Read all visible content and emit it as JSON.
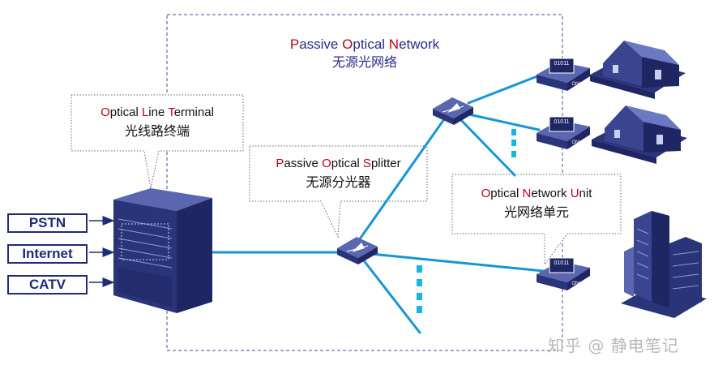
{
  "pon": {
    "title_parts": [
      {
        "t": "P",
        "hl": true
      },
      {
        "t": "assive ",
        "hl": false
      },
      {
        "t": "O",
        "hl": true
      },
      {
        "t": "ptical ",
        "hl": false
      },
      {
        "t": "N",
        "hl": true
      },
      {
        "t": "etwork",
        "hl": false
      }
    ],
    "subtitle": "无源光网络"
  },
  "olt": {
    "title_parts": [
      {
        "t": "O",
        "hl": true
      },
      {
        "t": "ptical ",
        "hl": false
      },
      {
        "t": "L",
        "hl": true
      },
      {
        "t": "ine ",
        "hl": false
      },
      {
        "t": "T",
        "hl": true
      },
      {
        "t": "erminal",
        "hl": false
      }
    ],
    "subtitle": "光线路终端"
  },
  "splitter": {
    "title_parts": [
      {
        "t": "P",
        "hl": true
      },
      {
        "t": "assive ",
        "hl": false
      },
      {
        "t": "O",
        "hl": true
      },
      {
        "t": "ptical ",
        "hl": false
      },
      {
        "t": "S",
        "hl": true
      },
      {
        "t": "plitter",
        "hl": false
      }
    ],
    "subtitle": "无源分光器"
  },
  "onu_callout": {
    "title_parts": [
      {
        "t": "O",
        "hl": true
      },
      {
        "t": "ptical ",
        "hl": false
      },
      {
        "t": "N",
        "hl": true
      },
      {
        "t": "etwork ",
        "hl": false
      },
      {
        "t": "U",
        "hl": true
      },
      {
        "t": "nit",
        "hl": false
      }
    ],
    "subtitle": "光网络单元"
  },
  "services": [
    "PSTN",
    "Internet",
    "CATV"
  ],
  "onu_device": {
    "screen_text": "01011",
    "label": "ONU"
  },
  "watermark": "知乎 @ 静电笔记",
  "colors": {
    "fiber": "#1596d6",
    "dots": "#19b5e0",
    "dashed_frame": "#4a4a9a",
    "device_dark": "#1e2664",
    "device_mid": "#3a4590",
    "device_light": "#5a67b0",
    "highlight": "#c0001a",
    "service_border": "#1d2b7a"
  }
}
